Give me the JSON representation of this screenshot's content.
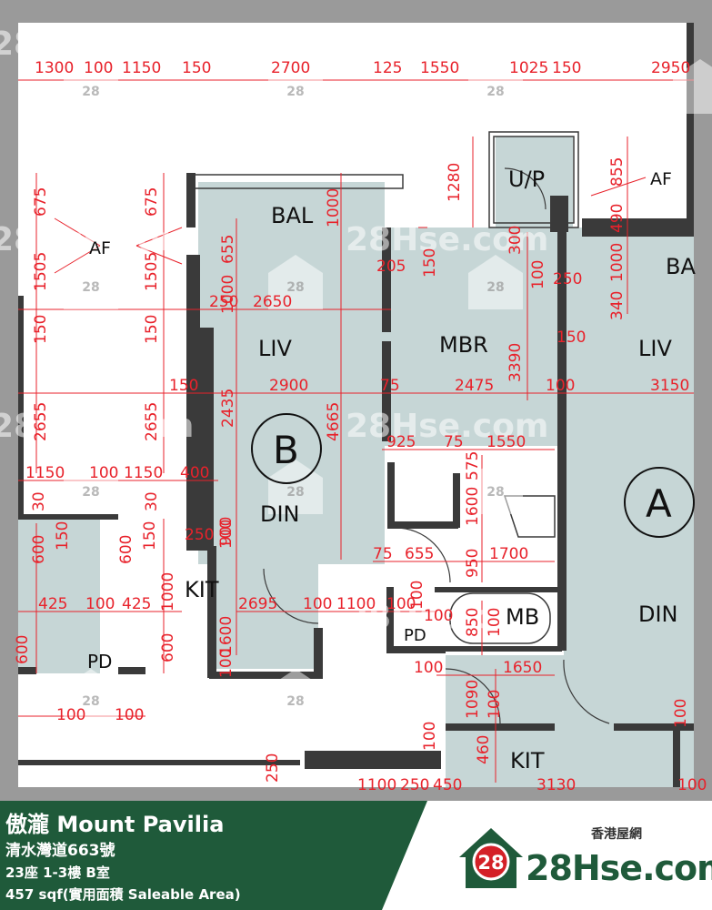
{
  "floor_plan": {
    "rooms": {
      "bal_left": "BAL",
      "bal_right": "BA",
      "liv_left": "LIV",
      "liv_right": "LIV",
      "mbr": "MBR",
      "din_left": "DIN",
      "din_right": "DIN",
      "kit_left": "KIT",
      "kit_right": "KIT",
      "mb": "MB",
      "pd_left": "PD",
      "pd_center": "PD",
      "up": "U/P",
      "af_left": "AF",
      "af_right": "AF",
      "unit_b": "B",
      "unit_a": "A"
    },
    "top_dims": [
      "1300",
      "100",
      "1150",
      "150",
      "2700",
      "125",
      "1550",
      "1025",
      "150",
      "2950"
    ],
    "dims": {
      "d_675a": "675",
      "d_675b": "675",
      "d_1505a": "1505",
      "d_1505b": "1505",
      "d_150a": "150",
      "d_150b": "150",
      "d_2655a": "2655",
      "d_2655b": "2655",
      "d_1000a": "1000",
      "d_655": "655",
      "d_1000b": "1000",
      "d_250a": "250",
      "d_2650": "2650",
      "d_150c": "150",
      "d_2900": "2900",
      "d_2435": "2435",
      "d_4665": "4665",
      "d_1280": "1280",
      "d_300": "300",
      "d_205": "205",
      "d_150d": "150",
      "d_100a": "100",
      "d_3390": "3390",
      "d_75a": "75",
      "d_2475": "2475",
      "d_100b": "100",
      "d_3150": "3150",
      "d_855": "855",
      "d_490": "490",
      "d_1000c": "1000",
      "d_250b": "250",
      "d_340": "340",
      "d_150e": "150",
      "d_925": "925",
      "d_75b": "75",
      "d_1550": "1550",
      "d_575": "575",
      "d_1600a": "1600",
      "d_950": "950",
      "d_1700": "1700",
      "d_75c": "75",
      "d_655b": "655",
      "d_1150a": "1150",
      "d_100c": "100",
      "d_1150b": "1150",
      "d_400": "400",
      "d_30a": "30",
      "d_30b": "30",
      "d_600a": "600",
      "d_150f": "150",
      "d_600b": "600",
      "d_150g": "150",
      "d_250c": "250",
      "d_100d": "100",
      "d_900": "900",
      "d_1000d": "1000",
      "d_425a": "425",
      "d_100e": "100",
      "d_425b": "425",
      "d_2695": "2695",
      "d_100f": "100",
      "d_1100": "1100",
      "d_100g": "100",
      "d_1600b": "1600",
      "d_600c": "600",
      "d_600d": "600",
      "d_100h": "100",
      "d_850": "850",
      "d_100i": "100",
      "d_100j": "100",
      "d_1650": "1650",
      "d_1090": "1090",
      "d_100k": "100",
      "d_100l": "100",
      "d_100m": "100",
      "d_100n": "100",
      "d_460": "460",
      "d_100o": "100",
      "d_250d": "250",
      "d_100p": "100",
      "d_1100b": "1100",
      "d_250e": "250",
      "d_450": "450",
      "d_3130": "3130",
      "d_100q": "100",
      "d_100r": "100"
    },
    "watermark": "28Hse.com",
    "watermark_badge": "28"
  },
  "banner": {
    "title": "傲瀧 Mount Pavilia",
    "address": "清水灣道663號",
    "unit": "23座 1-3樓 B室",
    "area": "457 sqf(實用面積 Saleable Area)"
  },
  "logo": {
    "chinese": "香港屋網",
    "english": "28Hse.com",
    "badge": "28"
  },
  "colors": {
    "wall": "#3a3a3a",
    "floor": "#c6d6d6",
    "dimension": "#e8222b",
    "banner": "#1f5a3a",
    "logo_red": "#d42027"
  }
}
